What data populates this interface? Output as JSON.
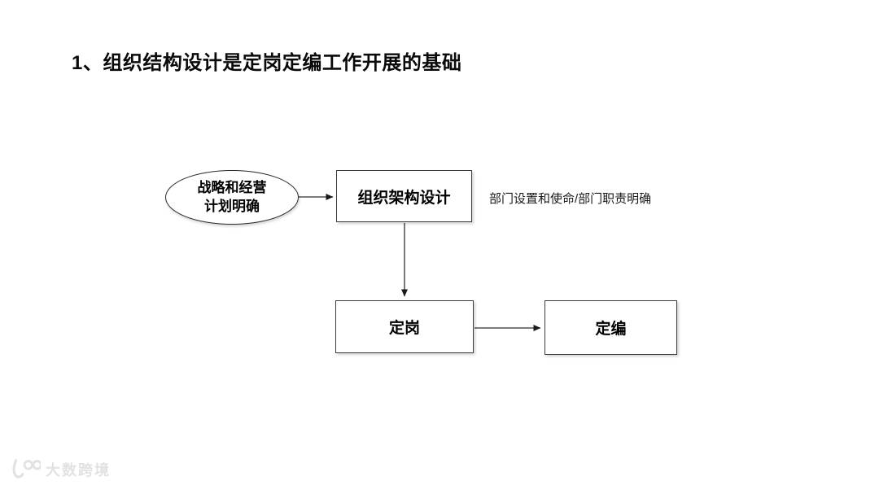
{
  "slide": {
    "title": "1、组织结构设计是定岗定编工作开展的基础"
  },
  "diagram": {
    "nodes": {
      "strategy": {
        "shape": "ellipse",
        "line1": "战略和经营",
        "line2": "计划明确"
      },
      "org_design": {
        "shape": "rect",
        "label": "组织架构设计"
      },
      "ding_gang": {
        "shape": "rect",
        "label": "定岗"
      },
      "ding_bian": {
        "shape": "rect",
        "label": "定编"
      }
    },
    "annotation": "部门设置和使命/部门职责明确",
    "edges": [
      {
        "from": "strategy",
        "to": "org_design",
        "direction": "right"
      },
      {
        "from": "org_design",
        "to": "ding_gang",
        "direction": "down"
      },
      {
        "from": "ding_gang",
        "to": "ding_bian",
        "direction": "right"
      }
    ]
  },
  "watermark": {
    "logo": "100-swoosh-logo",
    "text": "大数跨境",
    "color": "#e2e2e2"
  },
  "colors": {
    "background": "#ffffff",
    "title_text": "#0a0a0a",
    "node_border": "#3d3d3d",
    "node_text": "#000000",
    "arrow": "#2f2f2f",
    "annotation_text": "#1a1a1a"
  }
}
